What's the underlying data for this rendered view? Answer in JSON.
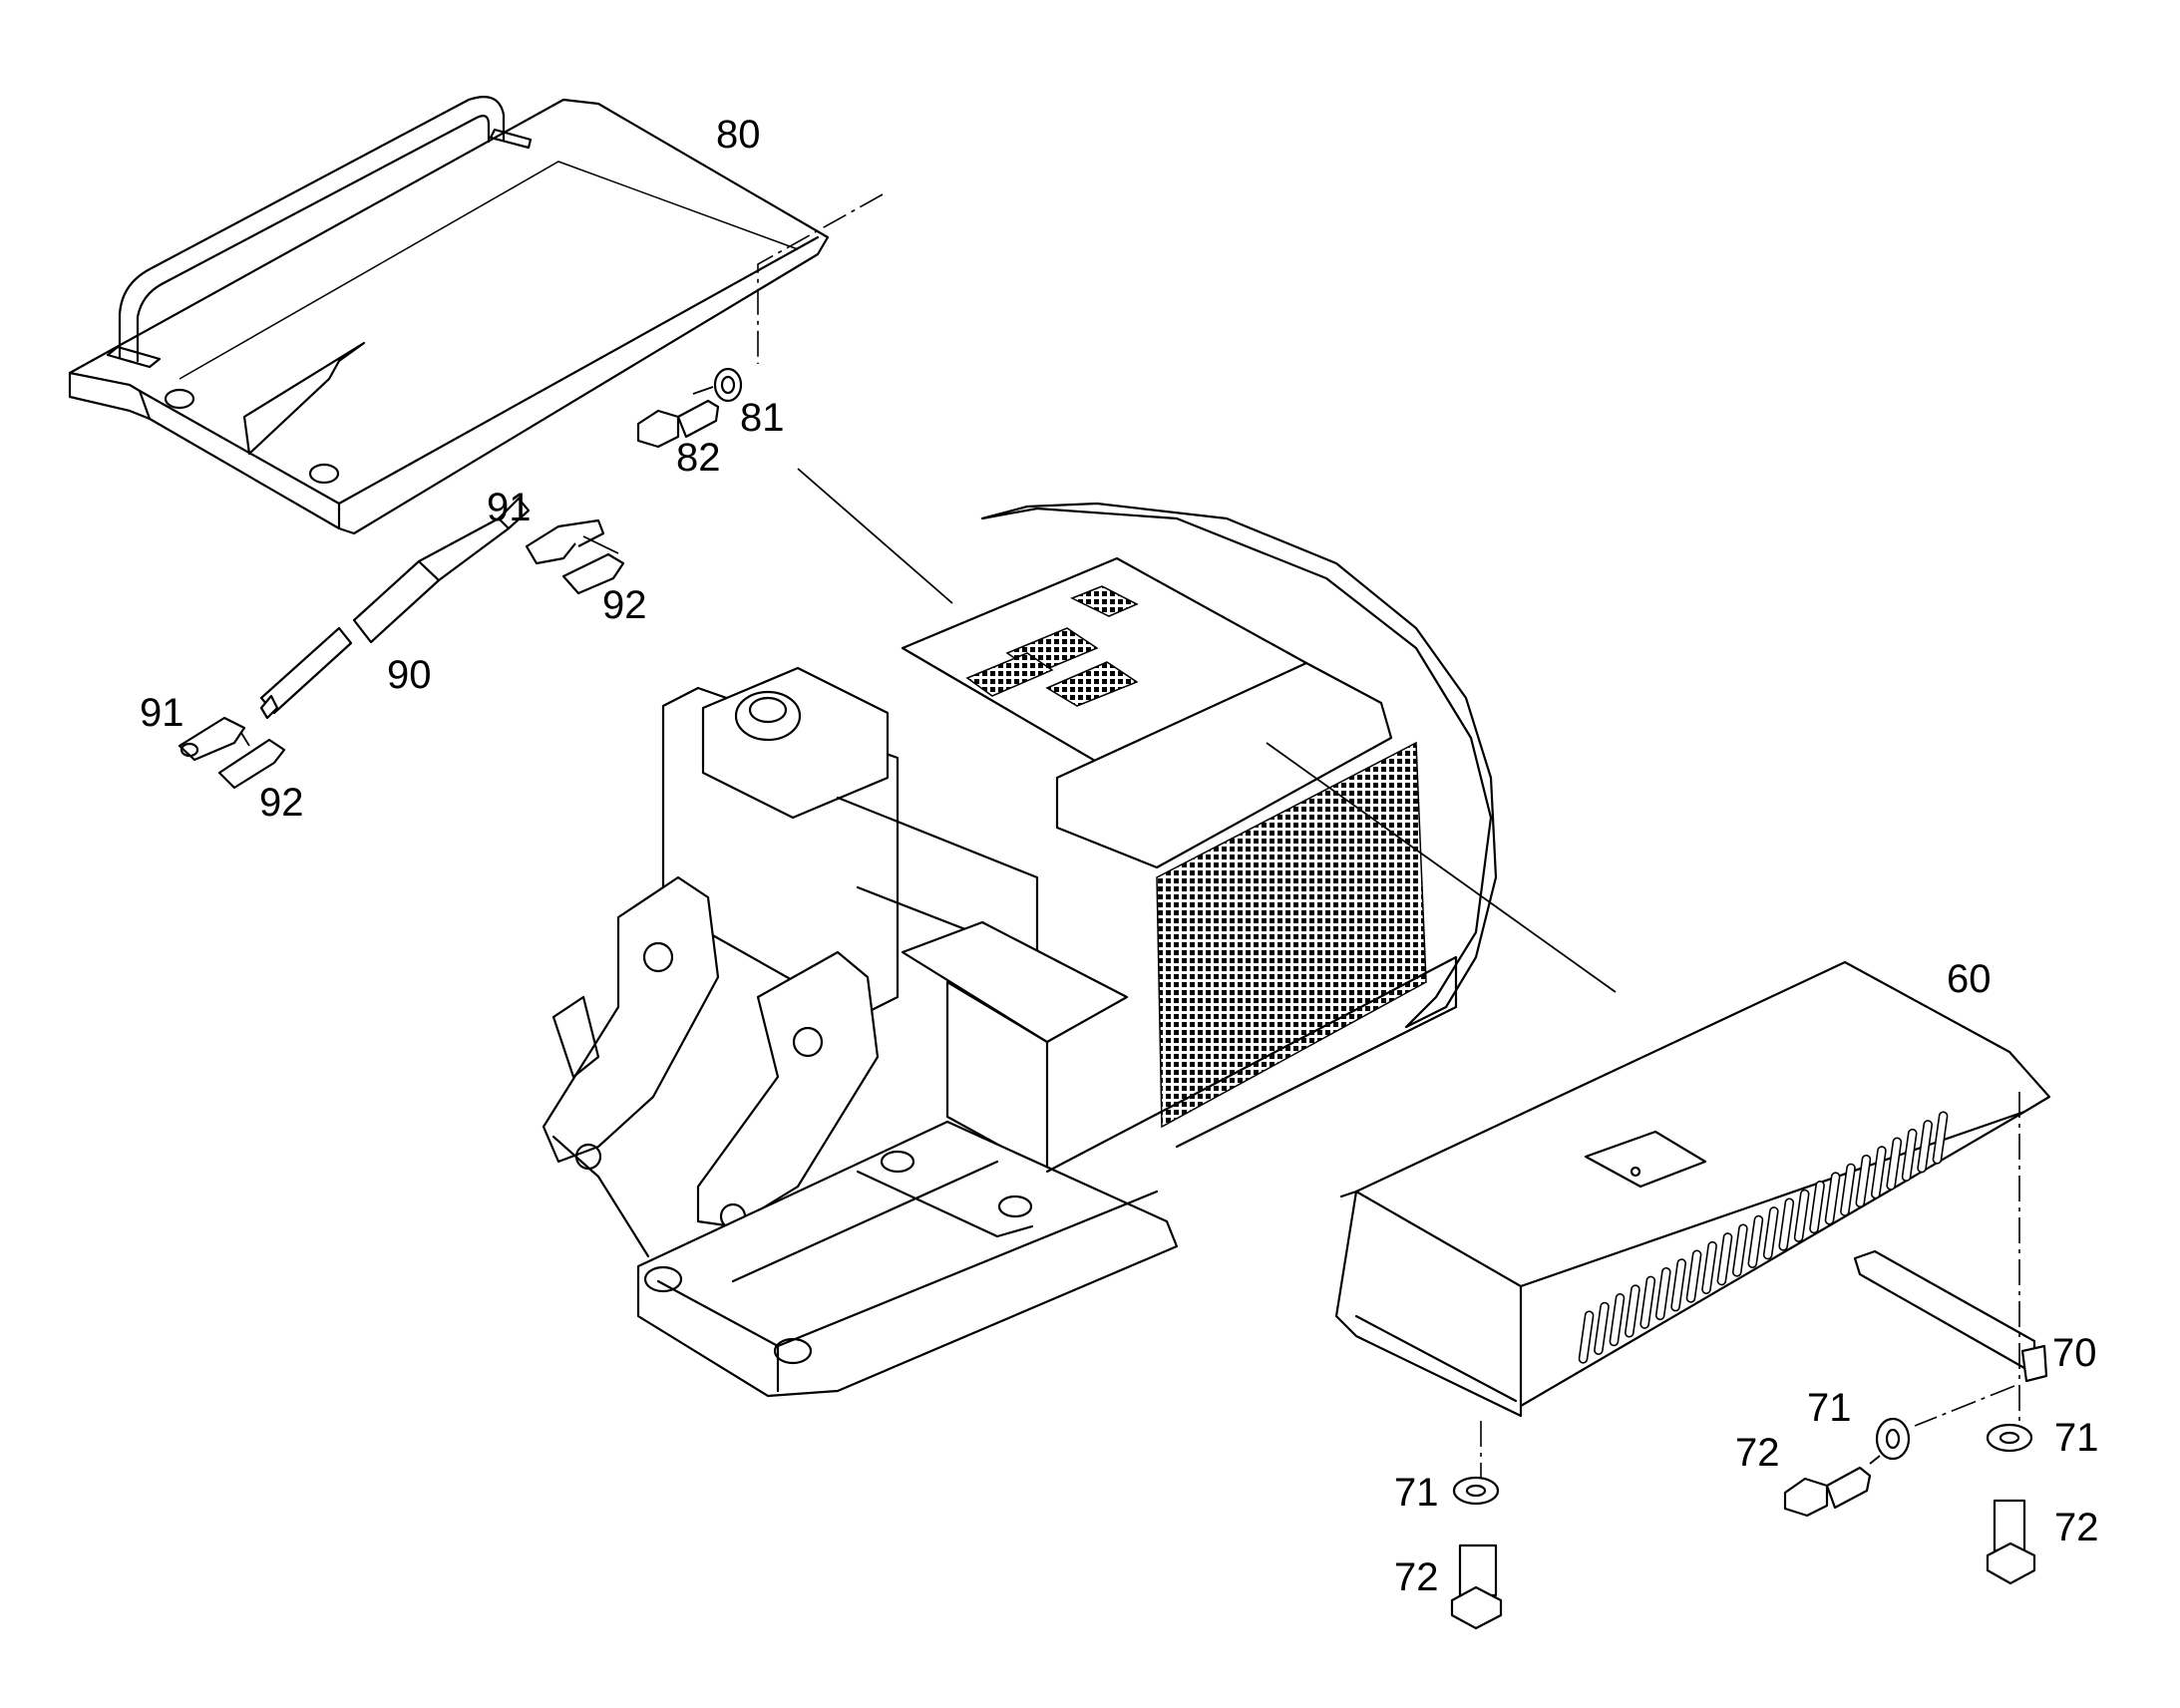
{
  "callouts": {
    "p60": "60",
    "p70": "70",
    "p71_a": "71",
    "p71_b": "71",
    "p71_c": "71",
    "p72_a": "72",
    "p72_b": "72",
    "p72_c": "72",
    "p80": "80",
    "p81": "81",
    "p82": "82",
    "p90": "90",
    "p91_a": "91",
    "p91_b": "91",
    "p92_a": "92",
    "p92_b": "92"
  }
}
